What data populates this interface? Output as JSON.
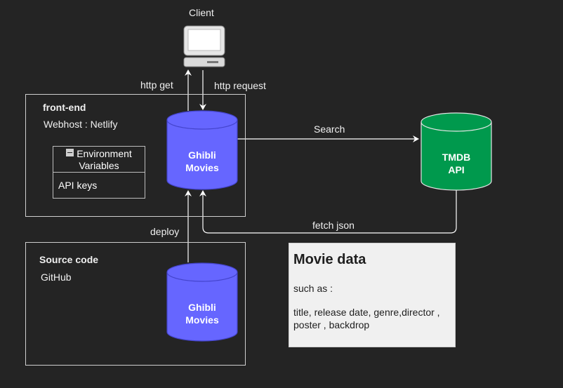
{
  "client": {
    "label": "Client"
  },
  "arrows": {
    "http_get": "http get",
    "http_request": "http request",
    "search": "Search",
    "fetch_json": "fetch json",
    "deploy": "deploy"
  },
  "frontend": {
    "title": "front-end",
    "webhost": "Webhost : Netlify",
    "env_title_line1": "Environment",
    "env_title_line2": "Variables",
    "env_item": "API keys",
    "app_line1": "Ghibli",
    "app_line2": "Movies"
  },
  "source": {
    "title": "Source code",
    "host": "GitHub",
    "app_line1": "Ghibli",
    "app_line2": "Movies"
  },
  "tmdb": {
    "line1": "TMDB",
    "line2": "API"
  },
  "note": {
    "title": "Movie data",
    "subtitle": "such as :",
    "body": "title, release date, genre,director , poster , backdrop"
  },
  "colors": {
    "background": "#242424",
    "app_cylinder": "#6666ff",
    "tmdb_cylinder": "#00994d",
    "note_bg": "#f0f0f0"
  }
}
